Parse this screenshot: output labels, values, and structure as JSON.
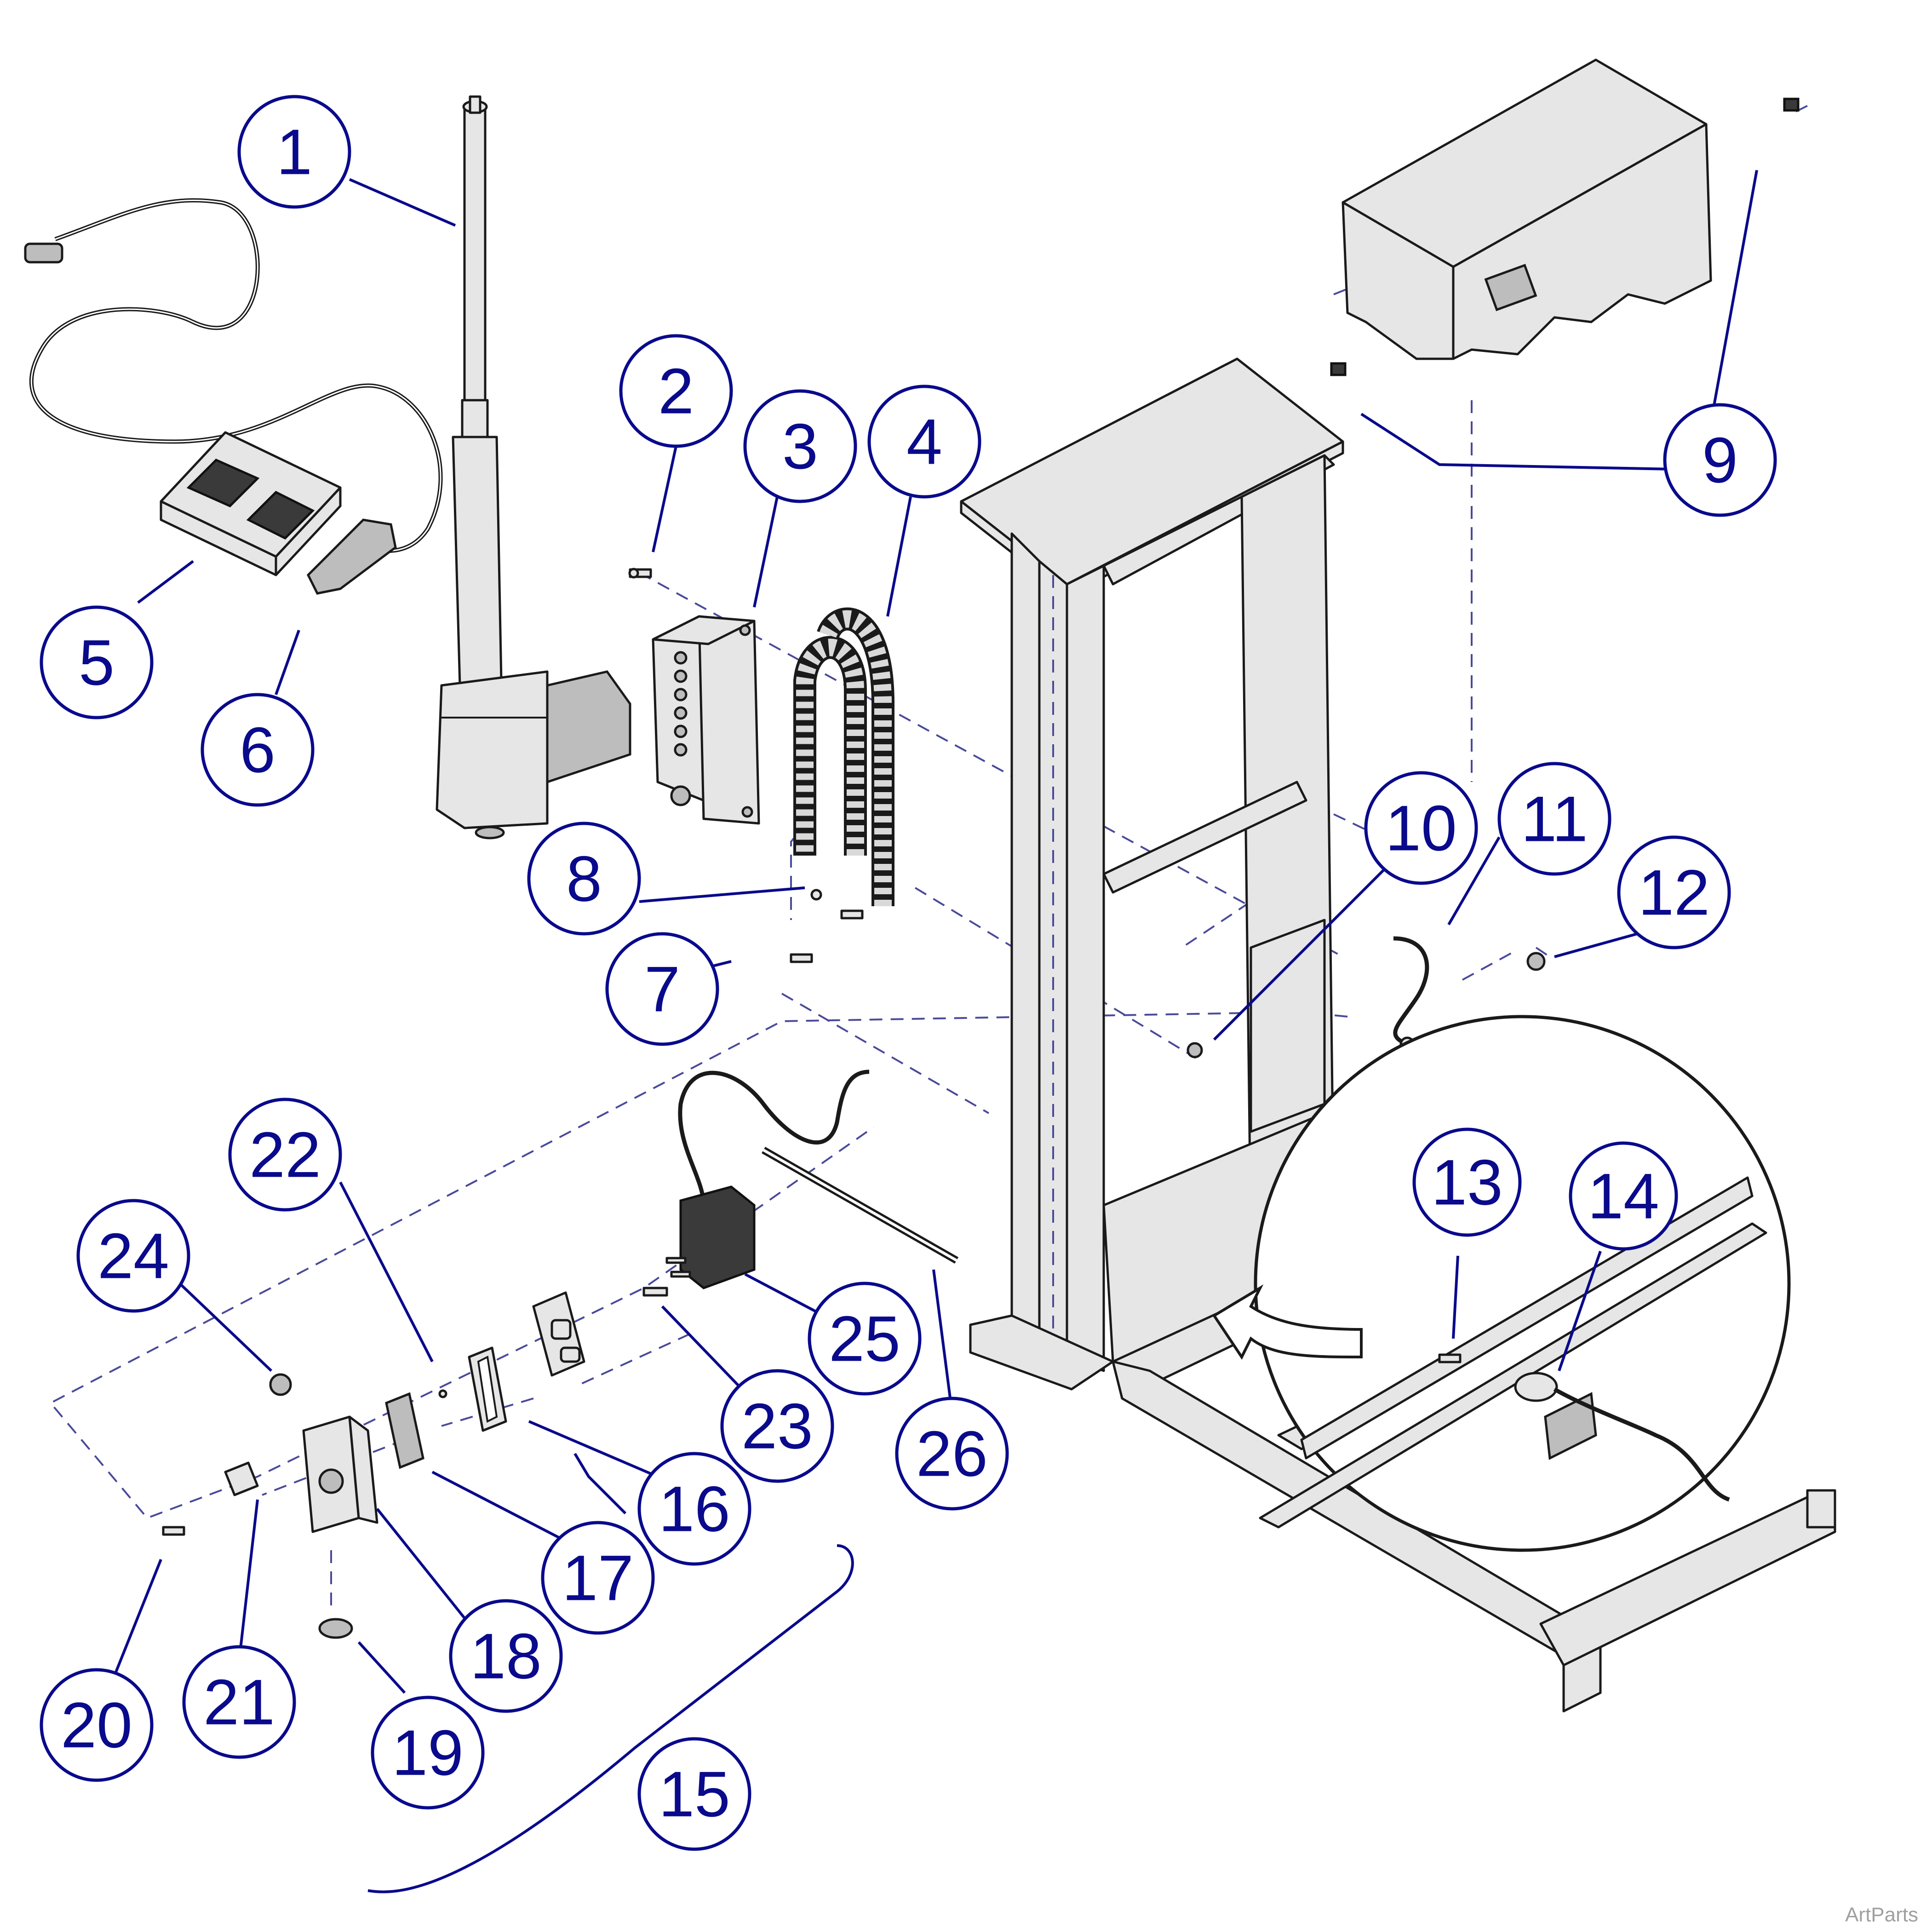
{
  "diagram": {
    "callouts": [
      {
        "id": "1",
        "label": "1"
      },
      {
        "id": "2",
        "label": "2"
      },
      {
        "id": "3",
        "label": "3"
      },
      {
        "id": "4",
        "label": "4"
      },
      {
        "id": "5",
        "label": "5"
      },
      {
        "id": "6",
        "label": "6"
      },
      {
        "id": "7",
        "label": "7"
      },
      {
        "id": "8",
        "label": "8"
      },
      {
        "id": "9",
        "label": "9"
      },
      {
        "id": "10",
        "label": "10"
      },
      {
        "id": "11",
        "label": "11"
      },
      {
        "id": "12",
        "label": "12"
      },
      {
        "id": "13",
        "label": "13"
      },
      {
        "id": "14",
        "label": "14"
      },
      {
        "id": "15",
        "label": "15"
      },
      {
        "id": "16",
        "label": "16"
      },
      {
        "id": "17",
        "label": "17"
      },
      {
        "id": "18",
        "label": "18"
      },
      {
        "id": "19",
        "label": "19"
      },
      {
        "id": "20",
        "label": "20"
      },
      {
        "id": "21",
        "label": "21"
      },
      {
        "id": "22",
        "label": "22"
      },
      {
        "id": "23",
        "label": "23"
      },
      {
        "id": "24",
        "label": "24"
      },
      {
        "id": "25",
        "label": "25"
      },
      {
        "id": "26",
        "label": "26"
      }
    ]
  },
  "watermark": "ArtParts",
  "colors": {
    "callout": "#0a0a8c",
    "line": "#1a1a1a",
    "part_fill": "#e6e6e6"
  }
}
